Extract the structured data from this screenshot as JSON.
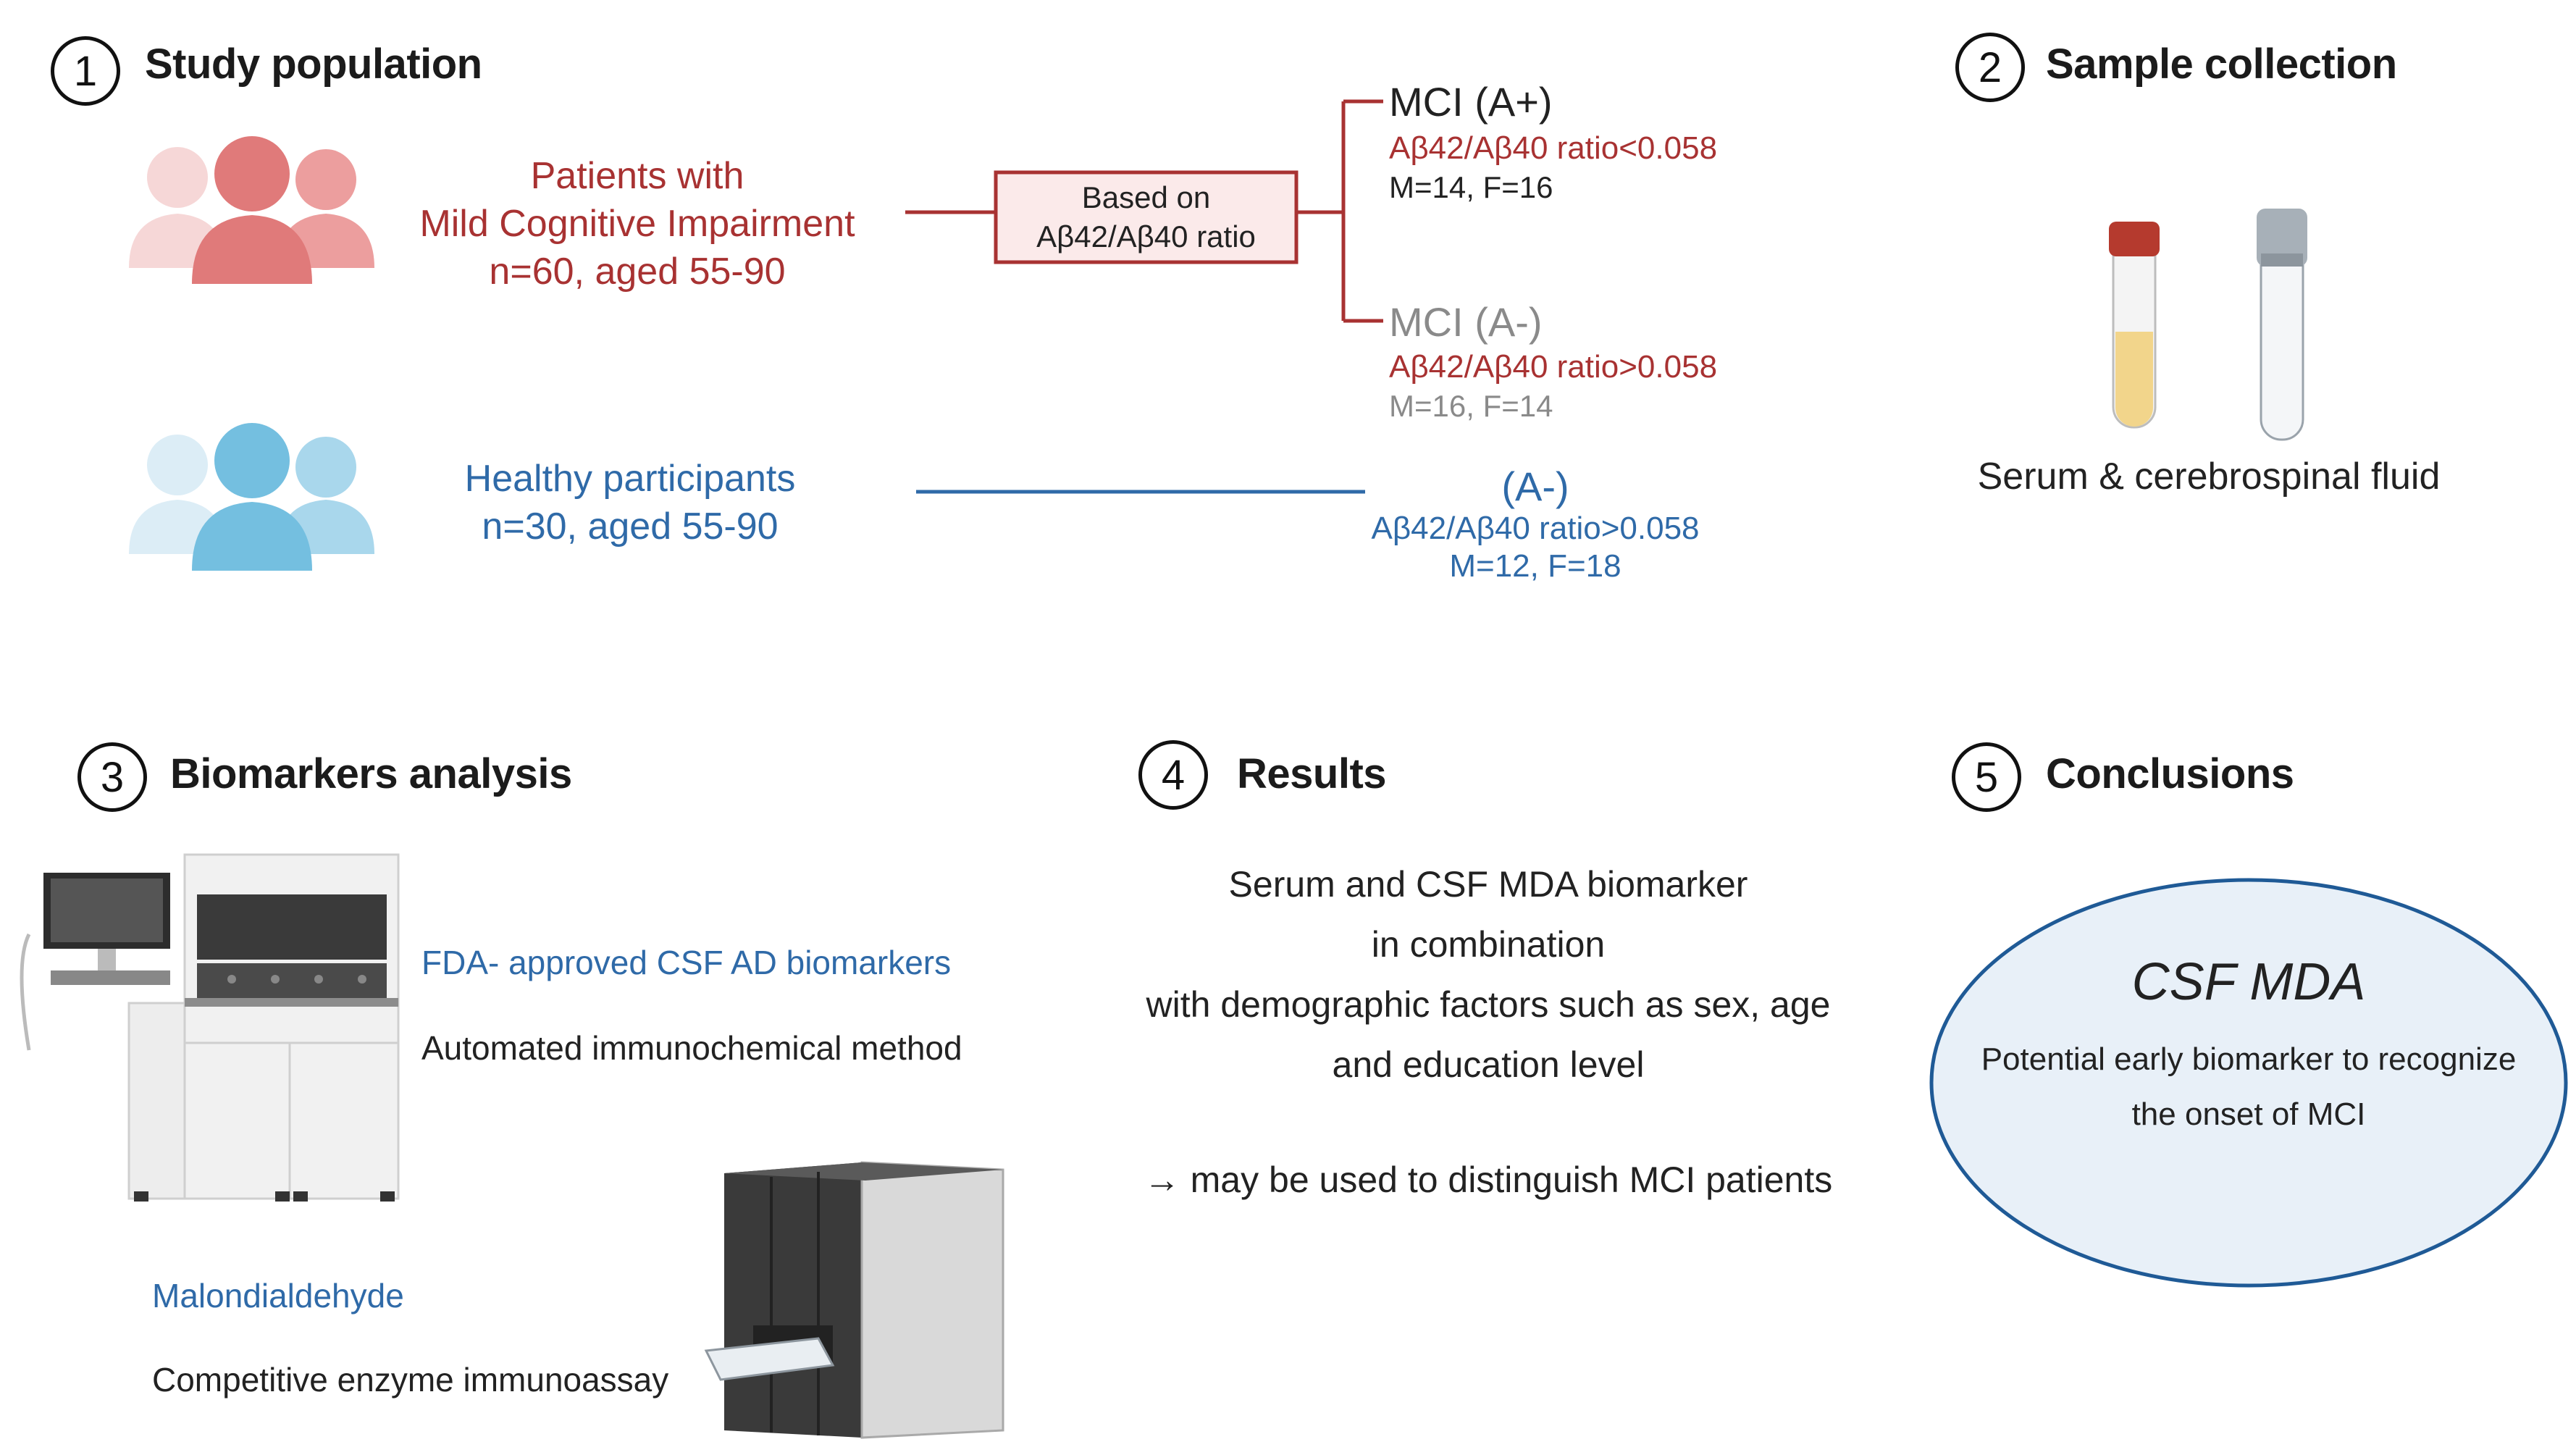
{
  "sections": {
    "s1": {
      "number": "1",
      "title": "Study population"
    },
    "s2": {
      "number": "2",
      "title": "Sample collection"
    },
    "s3": {
      "number": "3",
      "title": "Biomarkers analysis"
    },
    "s4": {
      "number": "4",
      "title": "Results"
    },
    "s5": {
      "number": "5",
      "title": "Conclusions"
    }
  },
  "population": {
    "mci": {
      "line1": "Patients with",
      "line2": "Mild Cognitive Impairment",
      "line3": "n=60, aged 55-90"
    },
    "healthy": {
      "line1": "Healthy participants",
      "line2": "n=30, aged 55-90"
    },
    "criteria_box": {
      "line1": "Based on",
      "line2": "Aβ42/Aβ40 ratio"
    },
    "mci_pos": {
      "label": "MCI (A+)",
      "ratio": "Aβ42/Aβ40 ratio<0.058",
      "sex": "M=14, F=16"
    },
    "mci_neg": {
      "label": "MCI (A-)",
      "ratio": "Aβ42/Aβ40 ratio>0.058",
      "sex": "M=16, F=14"
    },
    "healthy_neg": {
      "label": "(A-)",
      "ratio": "Aβ42/Aβ40 ratio>0.058",
      "sex": "M=12, F=18"
    }
  },
  "sample": {
    "caption": "Serum & cerebrospinal fluid"
  },
  "biomarkers": {
    "fda": "FDA- approved CSF AD biomarkers",
    "fda_method": "Automated immunochemical method",
    "mda": "Malondialdehyde",
    "mda_method": "Competitive enzyme immunoassay"
  },
  "results": {
    "line1": "Serum and CSF MDA biomarker",
    "line2": "in combination",
    "line3": "with demographic factors such as sex, age",
    "line4": "and education level",
    "line5": "→ may be used to distinguish MCI patients"
  },
  "conclusions": {
    "title": "CSF MDA",
    "line1": "Potential early biomarker to recognize",
    "line2": "the onset of MCI"
  },
  "colors": {
    "red": "#a83232",
    "blue": "#2f6aa8",
    "grey": "#8a8a8a",
    "mci_icon": "#e07a7a",
    "healthy_icon": "#74bfe0",
    "ellipse_fill": "#e8f0f8",
    "ellipse_stroke": "#1f5a96"
  },
  "icons": [
    "people-group-mci-icon",
    "people-group-healthy-icon",
    "serum-tube-icon",
    "csf-tube-icon",
    "analyzer-machine-icon",
    "plate-reader-icon"
  ]
}
